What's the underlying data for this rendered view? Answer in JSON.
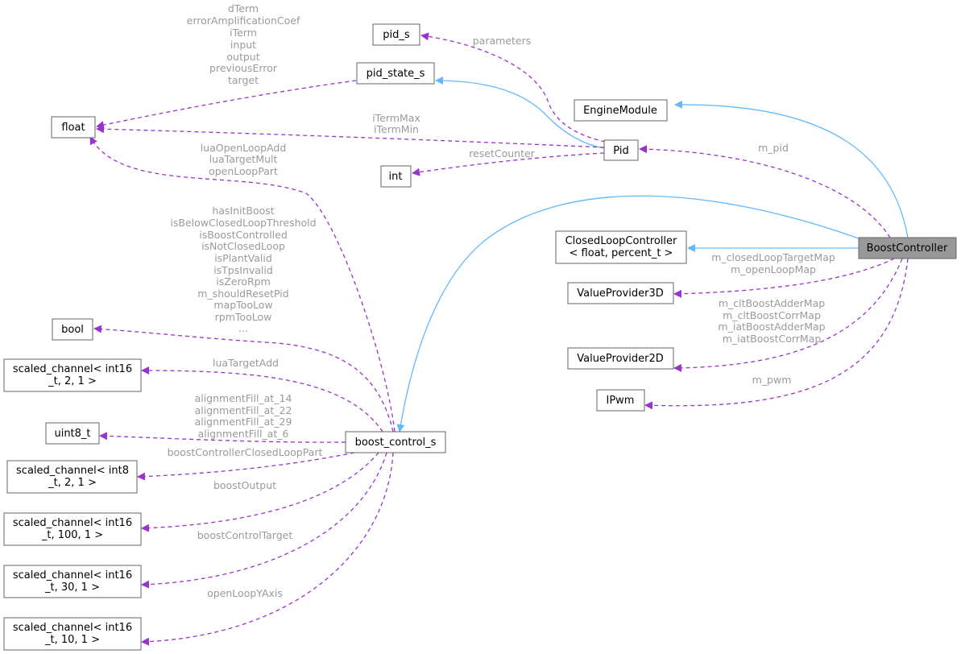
{
  "nodes": {
    "boost_controller": "BoostController",
    "engine_module": "EngineModule",
    "closed_loop_controller": [
      "ClosedLoopController",
      "< float, percent_t >"
    ],
    "value_provider_3d": "ValueProvider3D",
    "value_provider_2d": "ValueProvider2D",
    "ipwm": "IPwm",
    "pid": "Pid",
    "pid_s": "pid_s",
    "pid_state_s": "pid_state_s",
    "float": "float",
    "int": "int",
    "bool": "bool",
    "uint8_t": "uint8_t",
    "boost_control_s": "boost_control_s",
    "sc_int16_2_1": [
      "scaled_channel< int16",
      "_t, 2, 1 >"
    ],
    "sc_int8_2_1": [
      "scaled_channel< int8",
      "_t, 2, 1 >"
    ],
    "sc_int16_100_1": [
      "scaled_channel< int16",
      "_t, 100, 1 >"
    ],
    "sc_int16_30_1": [
      "scaled_channel< int16",
      "_t, 30, 1 >"
    ],
    "sc_int16_10_1": [
      "scaled_channel< int16",
      "_t, 10, 1 >"
    ]
  },
  "labels": {
    "pid_state_float": [
      "dTerm",
      "errorAmplificationCoef",
      "iTerm",
      "input",
      "output",
      "previousError",
      "target"
    ],
    "pid_pid_s": [
      "parameters"
    ],
    "pid_float": [
      "iTermMax",
      "iTermMin"
    ],
    "pid_int": [
      "resetCounter"
    ],
    "bc_pid": [
      "m_pid"
    ],
    "bcs_float": [
      "luaOpenLoopAdd",
      "luaTargetMult",
      "openLoopPart"
    ],
    "bcs_bool": [
      "hasInitBoost",
      "isBelowClosedLoopThreshold",
      "isBoostControlled",
      "isNotClosedLoop",
      "isPlantValid",
      "isTpsInvalid",
      "isZeroRpm",
      "m_shouldResetPid",
      "mapTooLow",
      "rpmTooLow",
      "..."
    ],
    "bcs_sc16_2": [
      "luaTargetAdd"
    ],
    "bcs_uint8": [
      "alignmentFill_at_14",
      "alignmentFill_at_22",
      "alignmentFill_at_29",
      "alignmentFill_at_6"
    ],
    "bcs_sc8_2": [
      "boostControllerClosedLoopPart"
    ],
    "bcs_sc16_100": [
      "boostOutput"
    ],
    "bcs_sc16_30": [
      "boostControlTarget"
    ],
    "bcs_sc16_10": [
      "openLoopYAxis"
    ],
    "bc_vp3d": [
      "m_closedLoopTargetMap",
      "m_openLoopMap"
    ],
    "bc_vp2d": [
      "m_cltBoostAdderMap",
      "m_cltBoostCorrMap",
      "m_iatBoostAdderMap",
      "m_iatBoostCorrMap"
    ],
    "bc_ipwm": [
      "m_pwm"
    ]
  },
  "colors": {
    "inheritance_edge": "#63b8ff",
    "member_edge": "#9a32cd",
    "edge_label": "#9a9a9a",
    "node_border": "#666666",
    "focus_node_fill": "#999999"
  }
}
